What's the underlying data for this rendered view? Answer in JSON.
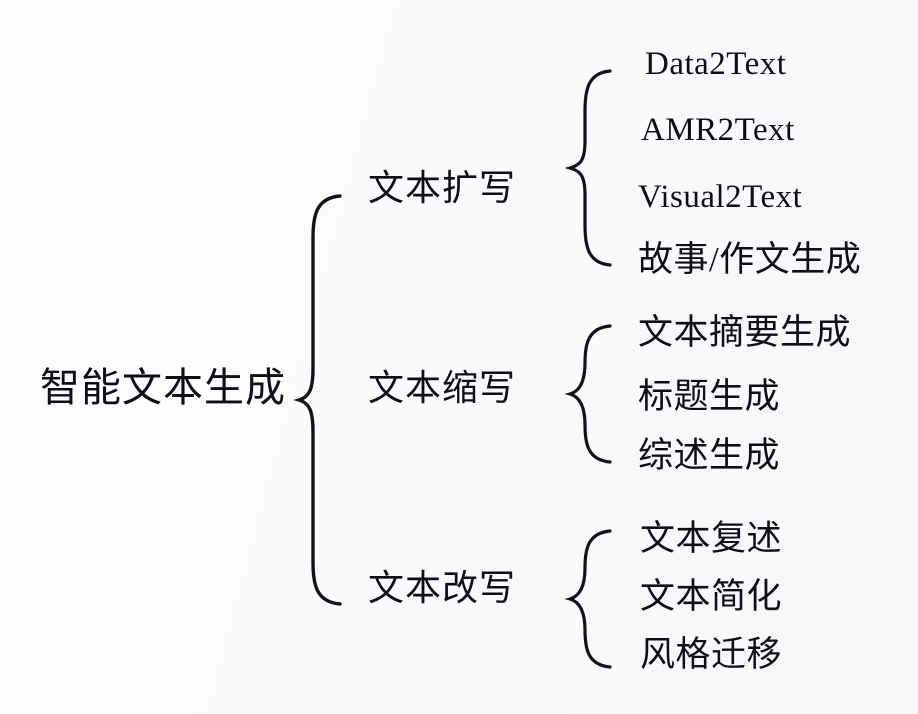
{
  "diagram": {
    "type": "brace-taxonomy",
    "title_text": "智能文本生成",
    "root": {
      "label": "智能文本生成"
    },
    "branches": [
      {
        "label": "文本扩写",
        "leaves": [
          {
            "label": "Data2Text",
            "script": "latin"
          },
          {
            "label": "AMR2Text",
            "script": "latin"
          },
          {
            "label": "Visual2Text",
            "script": "latin"
          },
          {
            "label": "故事/作文生成",
            "script": "cjk"
          }
        ]
      },
      {
        "label": "文本缩写",
        "leaves": [
          {
            "label": "文本摘要生成",
            "script": "cjk"
          },
          {
            "label": "标题生成",
            "script": "cjk"
          },
          {
            "label": "综述生成",
            "script": "cjk"
          }
        ]
      },
      {
        "label": "文本改写",
        "leaves": [
          {
            "label": "文本复述",
            "script": "cjk"
          },
          {
            "label": "文本简化",
            "script": "cjk"
          },
          {
            "label": "风格迁移",
            "script": "cjk"
          }
        ]
      }
    ],
    "colors": {
      "background": "#fbfbfd",
      "text": "#0e0e16",
      "brace_stroke": "#121219"
    }
  }
}
